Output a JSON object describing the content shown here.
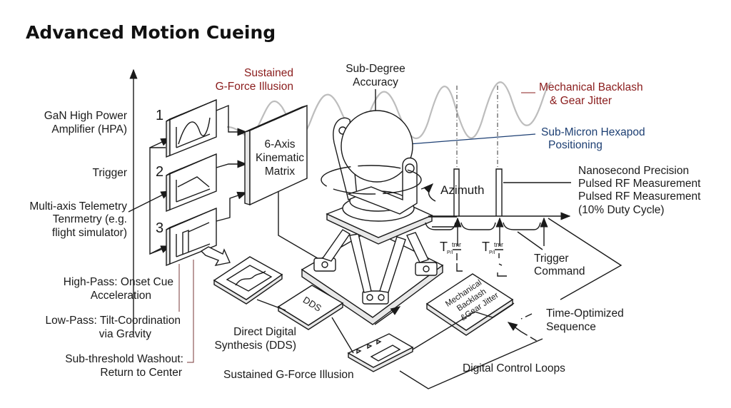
{
  "title": "Advanced Motion Cueing",
  "colors": {
    "accent_red": "#8a1c1c",
    "accent_blue": "#1d3f73",
    "wave_gray": "#bdbdbd",
    "ink": "#1a1a1a"
  },
  "left_labels": {
    "hpa": [
      "GaN High Power",
      "Amplifier (HPA)"
    ],
    "trigger": "Trigger",
    "telemetry": [
      "Multi-axis Telemetry",
      "Tenrmetry (e.g.",
      "flight simulator)"
    ]
  },
  "filter_numbers": [
    "1",
    "2",
    "3"
  ],
  "filter_labels": {
    "high_pass": [
      "High-Pass: Onset Cue",
      "Acceleration"
    ],
    "low_pass": [
      "Low-Pass: Tilt-Coordination",
      "via Gravity"
    ],
    "washout": [
      "Sub-threshold Washout:",
      "Return to Center"
    ]
  },
  "top_labels": {
    "sustained": [
      "Sustained",
      "G-Force Illusion"
    ],
    "sub_degree": [
      "Sub-Degree",
      "Accuracy"
    ],
    "backlash": [
      "Mechanical Backlash",
      "& Gear Jitter"
    ],
    "hexapod": [
      "Sub-Micron Hexapod",
      "Positioning"
    ]
  },
  "kinematic_matrix": [
    "6-Axis",
    "Kinematic",
    "Matrix"
  ],
  "azimuth": "Azimuth",
  "pulse_labels": [
    "Nanosecond Precision",
    "Pulsed RF Measurement",
    "Pulsed RF Measurement",
    "(10% Duty Cycle)"
  ],
  "timing": {
    "t_label": "T",
    "t_sub": "P/I",
    "t_sup": "tmr"
  },
  "trigger_command": [
    "Trigger",
    "Command"
  ],
  "backlash_box": [
    "Mechanical",
    "Backlash",
    "&Gear Jitter"
  ],
  "time_optimized": [
    "Time-Optimized",
    "Sequence"
  ],
  "dds_box": "DDS",
  "dds_label": [
    "Direct Digital",
    "Synthesis (DDS)"
  ],
  "bottom_sustained": "Sustained G-Force Illusion",
  "digital_control": "Digital Control Loops",
  "icons": [
    "filter-sine-icon",
    "filter-ramp-icon",
    "filter-step-icon",
    "gimbal-sphere-icon",
    "hexapod-platform-icon",
    "controller-board-icon"
  ]
}
